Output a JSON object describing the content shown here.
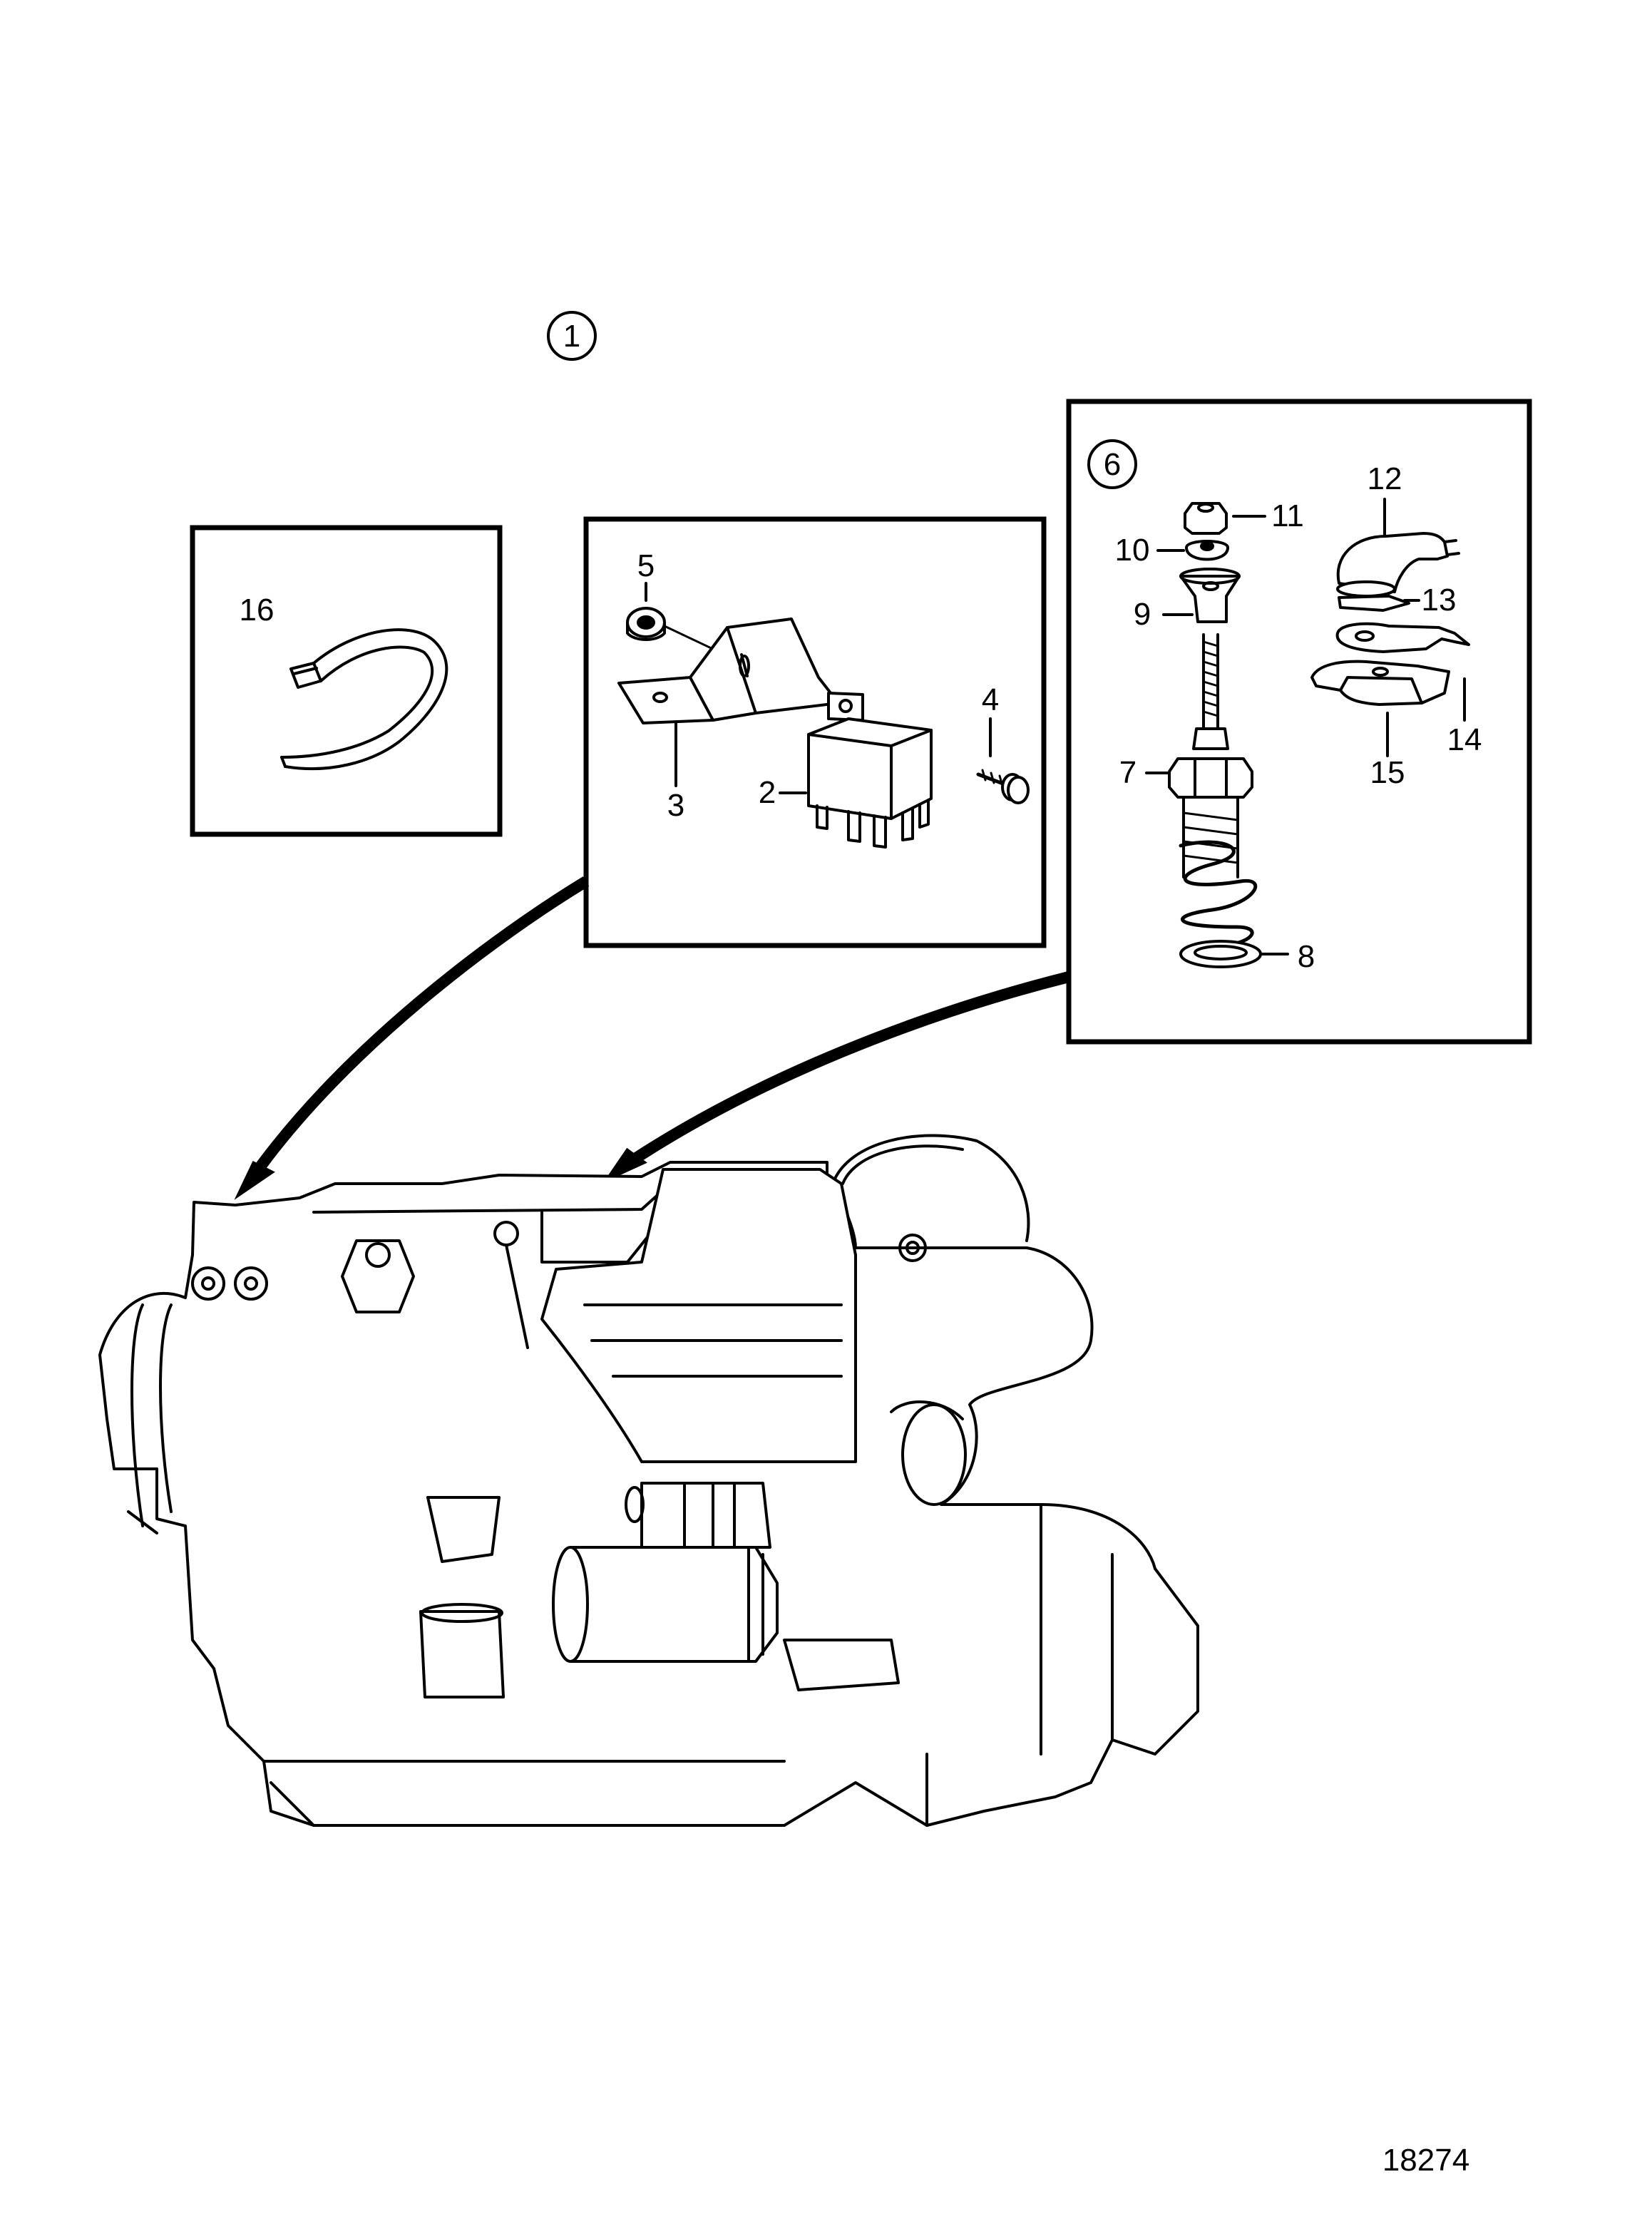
{
  "figure_number": "18274",
  "group_callout": "1",
  "detail_boxes": {
    "cable_tie_box": {
      "labels": [
        "16"
      ]
    },
    "relay_box": {
      "labels": [
        "5",
        "3",
        "2",
        "4"
      ]
    },
    "sensor_box": {
      "circle_callout": "6",
      "labels": [
        "11",
        "10",
        "9",
        "7",
        "8",
        "12",
        "13",
        "14",
        "15"
      ]
    }
  },
  "part_labels": {
    "p2": "2",
    "p3": "3",
    "p4": "4",
    "p5": "5",
    "p7": "7",
    "p8": "8",
    "p9": "9",
    "p10": "10",
    "p11": "11",
    "p12": "12",
    "p13": "13",
    "p14": "14",
    "p15": "15",
    "p16": "16"
  }
}
